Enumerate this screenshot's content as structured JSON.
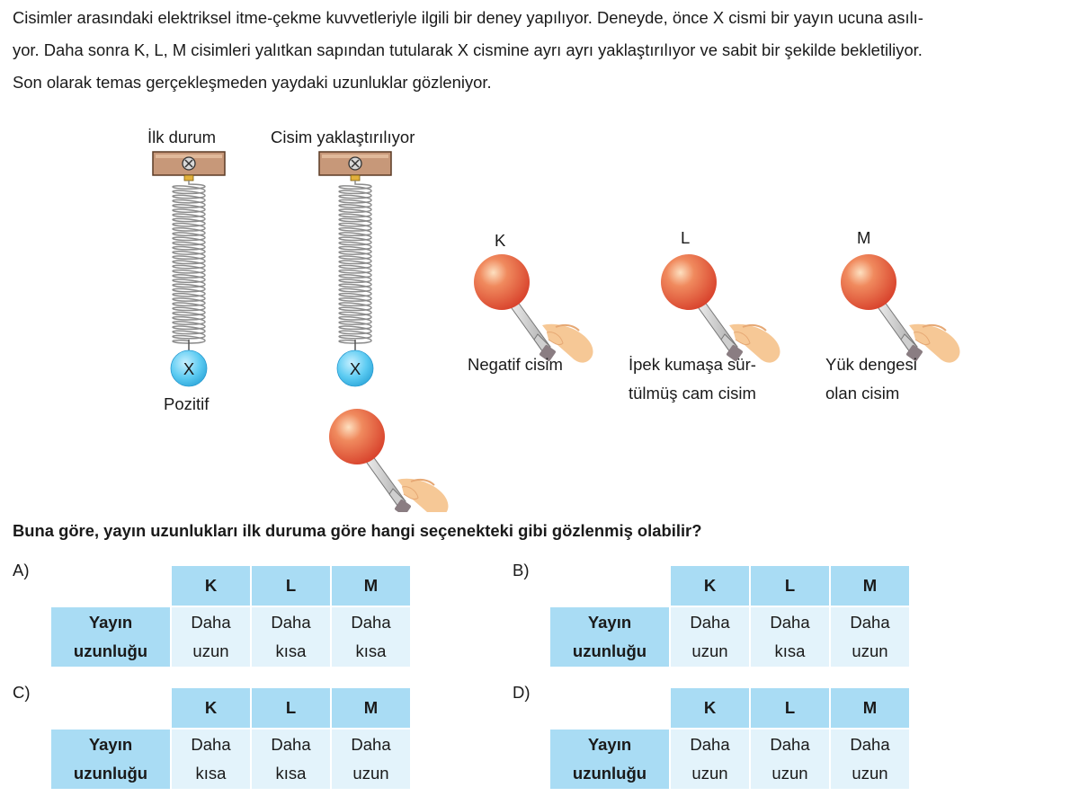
{
  "intro": {
    "line1": "Cisimler arasındaki elektriksel itme-çekme kuvvetleriyle ilgili bir deney yapılıyor. Deneyde, önce X cismi bir yayın ucuna asılı-",
    "line2": "yor. Daha sonra K, L, M cisimleri yalıtkan sapından tutularak X cismine ayrı ayrı yaklaştırılıyor ve sabit bir şekilde bekletiliyor.",
    "line3": "Son olarak temas gerçekleşmeden yaydaki uzunluklar gözleniyor."
  },
  "figure": {
    "label_initial": "İlk durum",
    "label_approach": "Cisim yaklaştırılıyor",
    "ball_initial": "X",
    "ball_approach": "X",
    "caption_x": "Pozitif",
    "objects": [
      {
        "letter": "K",
        "caption": "Negatif cisim"
      },
      {
        "letter": "L",
        "caption": "İpek kumaşa sür-\ntülmüş cam cisim"
      },
      {
        "letter": "M",
        "caption": "Yük dengesi\nolan cisim"
      }
    ],
    "colors": {
      "sphere": "#e8553a",
      "ball_x": "#5ccbf2",
      "hand": "#f6c896",
      "handle": "#b8b8b8",
      "holder": "#c79879"
    }
  },
  "question": "Buna göre, yayın uzunlukları ilk duruma göre hangi seçenekteki gibi gözlenmiş olabilir?",
  "options": [
    {
      "label": "A)",
      "headers": [
        "K",
        "L",
        "M"
      ],
      "row_label": "Yayın\nuzunluğu",
      "values": [
        "Daha\nuzun",
        "Daha\nkısa",
        "Daha\nkısa"
      ]
    },
    {
      "label": "B)",
      "headers": [
        "K",
        "L",
        "M"
      ],
      "row_label": "Yayın\nuzunluğu",
      "values": [
        "Daha\nuzun",
        "Daha\nkısa",
        "Daha\nuzun"
      ]
    },
    {
      "label": "C)",
      "headers": [
        "K",
        "L",
        "M"
      ],
      "row_label": "Yayın\nuzunluğu",
      "values": [
        "Daha\nkısa",
        "Daha\nkısa",
        "Daha\nuzun"
      ]
    },
    {
      "label": "D)",
      "headers": [
        "K",
        "L",
        "M"
      ],
      "row_label": "Yayın\nuzunluğu",
      "values": [
        "Daha\nuzun",
        "Daha\nuzun",
        "Daha\nuzun"
      ]
    }
  ],
  "table_colors": {
    "header": "#a9dcf4",
    "cell": "#e3f3fb"
  }
}
